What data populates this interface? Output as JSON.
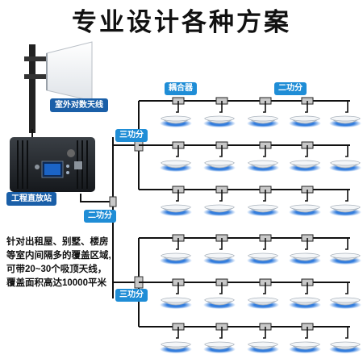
{
  "title": "专业设计各种方案",
  "labels": {
    "outdoor_antenna": "室外对数天线",
    "repeater": "工程直放站",
    "coupler": "耦合器",
    "two_way_splitter": "二功分",
    "three_way_splitter": "三功分"
  },
  "description": "针对出租屋、别墅、楼房等室内间隔多的覆盖区域,可带20~30个吸顶天线，覆盖面积高达10000平米",
  "colors": {
    "tag_blue": "#1f8dd6",
    "cable": "#111111",
    "antenna_glow": "#1e6fd9"
  },
  "layout_groups": {
    "rows_per_group": 3,
    "groups": 2,
    "antennas_per_row": 5
  }
}
